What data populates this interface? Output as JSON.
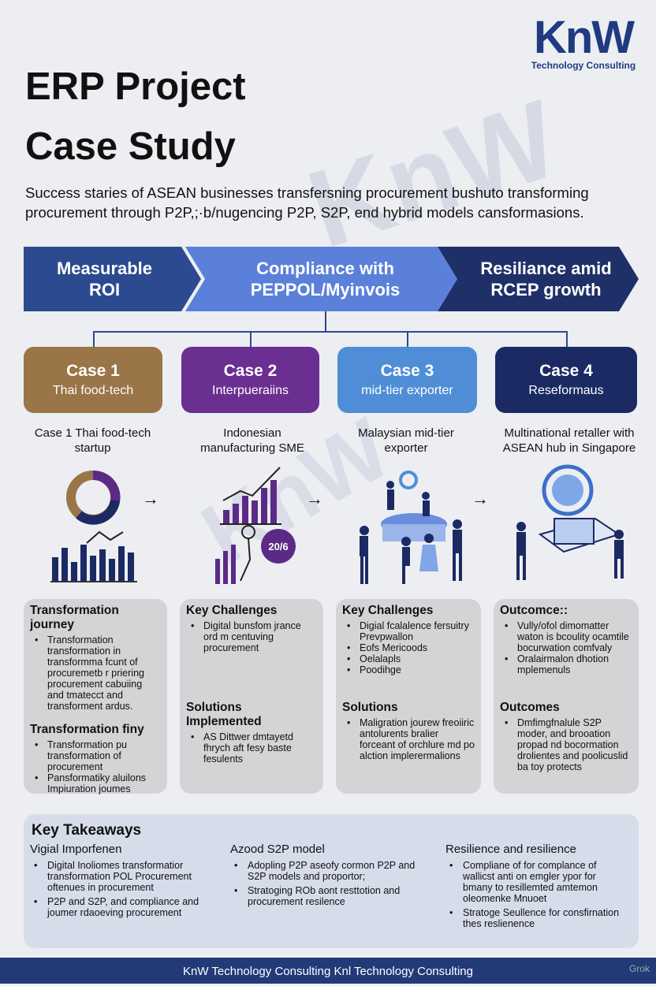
{
  "logo": {
    "main": "KnW",
    "sub": "Technology Consulting"
  },
  "title": {
    "line1": "ERP Project",
    "line2": "Case Study"
  },
  "subtitle": "Success staries of ASEAN businesses transfersning procurement bushuto transforming procurement through P2P,;·b/nugencing P2P, S2P, end hybrid models cansformasions.",
  "banner": [
    "Measurable ROI",
    "Compliance with PEPPOL/Myinvois",
    "Resiliance amid RCEP growth"
  ],
  "cases": [
    {
      "title": "Case 1",
      "subtitle": "Thai food-tech",
      "desc": "Case 1 Thai food-tech startup",
      "color": "#9a7548"
    },
    {
      "title": "Case 2",
      "subtitle": "Interpueraiins",
      "desc": "Indonesian manufacturing SME",
      "color": "#6b2e91"
    },
    {
      "title": "Case 3",
      "subtitle": "mid-tier exporter",
      "desc": "Malaysian mid-tier exporter",
      "color": "#4f8ed6"
    },
    {
      "title": "Case 4",
      "subtitle": "Reseformaus",
      "desc": "Multinational retaller with ASEAN hub in Singapore",
      "color": "#1c2a63"
    }
  ],
  "illustration_labels": {
    "case2_badge": "20/6"
  },
  "arrow": "→",
  "panels": [
    {
      "sections": [
        {
          "heading": "Transformation journey",
          "items": [
            "Transformation transformation in transformma fcunt of procuremetb r priering procurement cabuiing and tmatecct and transforment ardus."
          ]
        },
        {
          "heading": "Transformation finy",
          "items": [
            "Transformation pu transformation of procurement",
            "Pansformatiky aluilons Impiuration joumes"
          ]
        }
      ]
    },
    {
      "sections": [
        {
          "heading": "Key Challenges",
          "items": [
            "Digital bunsfom jrance ord m centuving procurement"
          ]
        },
        {
          "heading": "Solutions Implemented",
          "items": [
            "AS Dittwer dmtayetd fhrych aft fesy baste fesulents"
          ]
        }
      ]
    },
    {
      "sections": [
        {
          "heading": "Key Challenges",
          "items": [
            "Digial fcalalence fersuitry Prevpwallon",
            "Eofs Mericoods",
            "Oelalapls",
            "Poodihge"
          ]
        },
        {
          "heading": "Solutions",
          "items": [
            "Maligration jourew freoiiric antolurents bralier forceant of orchlure md po alction implerermalions"
          ]
        }
      ]
    },
    {
      "sections": [
        {
          "heading": "Outcomce::",
          "items": [
            "Vully/ofol dimomatter waton is bcoulity ocamtile bocurwation comfvaly",
            "Oralairmalon dhotion mplemenuls"
          ]
        },
        {
          "heading": "Outcomes",
          "items": [
            "Dmfimgfnalule S2P moder, and brooation propad nd bocormation drolientes and poolicuslid ba toy protects"
          ]
        }
      ]
    }
  ],
  "takeaways": {
    "title": "Key Takeaways",
    "columns": [
      {
        "heading": "Vigial Imporfenen",
        "items": [
          "Digital Inoliomes transformatior transformation POL Procurement oftenues in procurement",
          "P2P and S2P, and compliance and joumer rdaoeving procurement"
        ]
      },
      {
        "heading": "Azood S2P model",
        "items": [
          "Adopling P2P aseofy cormon P2P and S2P models and proportor;",
          "Stratoging ROb aont resttotion and procurement resilence"
        ]
      },
      {
        "heading": "Resilience and resilience",
        "items": [
          "Compliane of for complance of wallicst anti on emgler ypor for bmany to resillemted amtemon oleomenke Mnuoet",
          "Stratoge Seullence for consfirnation thes reslienence"
        ]
      }
    ]
  },
  "footer": "KnW Technology Consulting Knl Technology Consulting",
  "corner_mark": "Grok"
}
